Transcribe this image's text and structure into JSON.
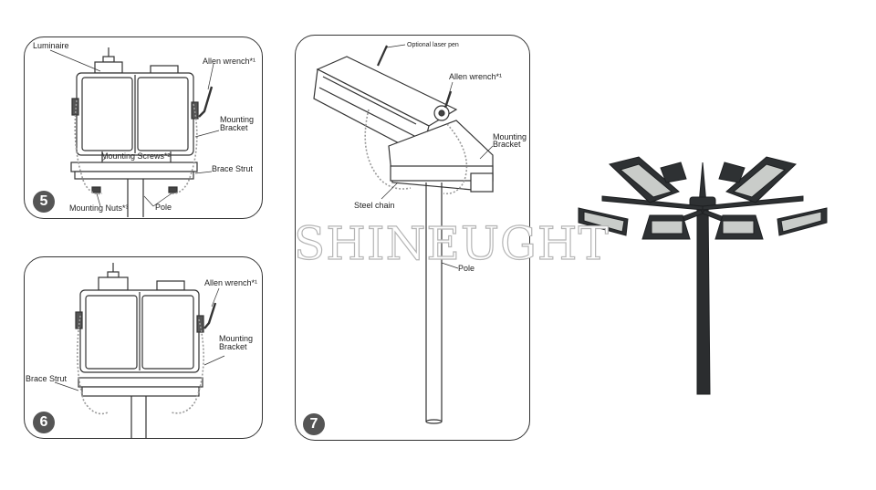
{
  "watermark": "SHINEUGHT",
  "panels": [
    {
      "step": "5",
      "labels": {
        "luminaire": "Luminaire",
        "allen_wrench": "Allen wrench*¹",
        "mounting_bracket_1": "Mounting",
        "mounting_bracket_2": "Bracket",
        "mounting_screws": "Mounting Screws*²",
        "brace_strut": "Brace Strut",
        "mounting_nuts": "Mounting Nuts*³",
        "pole": "Pole"
      }
    },
    {
      "step": "6",
      "labels": {
        "allen_wrench": "Allen wrench*¹",
        "mounting_bracket_1": "Mounting",
        "mounting_bracket_2": "Bracket",
        "brace_strut": "Brace Strut"
      }
    },
    {
      "step": "7",
      "labels": {
        "laser_pen": "Optional laser pen",
        "allen_wrench": "Allen wrench*¹",
        "mounting_bracket_1": "Mounting",
        "mounting_bracket_2": "Bracket",
        "steel_chain": "Steel chain",
        "pole": "Pole"
      }
    }
  ],
  "colors": {
    "line": "#333333",
    "fixture_dark": "#2e3133",
    "fixture_panel": "#c9ccc9",
    "pole_dark": "#2b2d2f",
    "chain": "#9a9a9a"
  }
}
